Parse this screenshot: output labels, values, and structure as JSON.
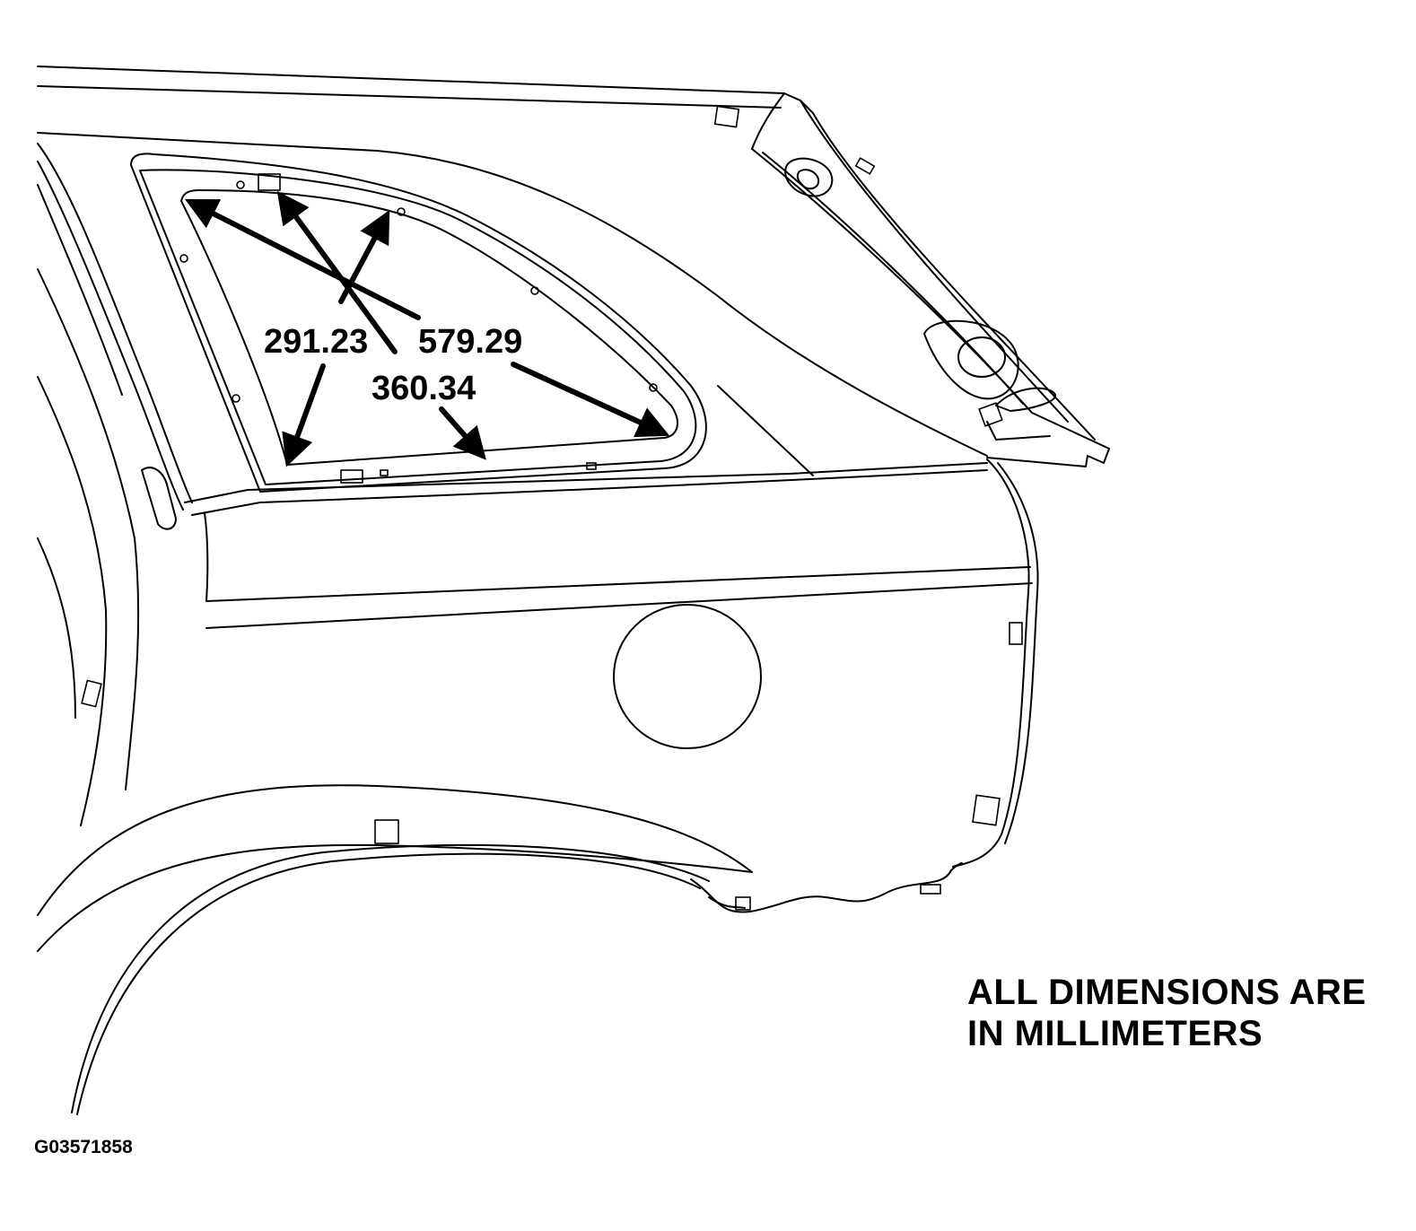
{
  "dimensions": {
    "d1": "291.23",
    "d2": "579.29",
    "d3": "360.34"
  },
  "note": {
    "line1": "ALL DIMENSIONS ARE",
    "line2": "IN MILLIMETERS"
  },
  "figure_id": "G03571858"
}
